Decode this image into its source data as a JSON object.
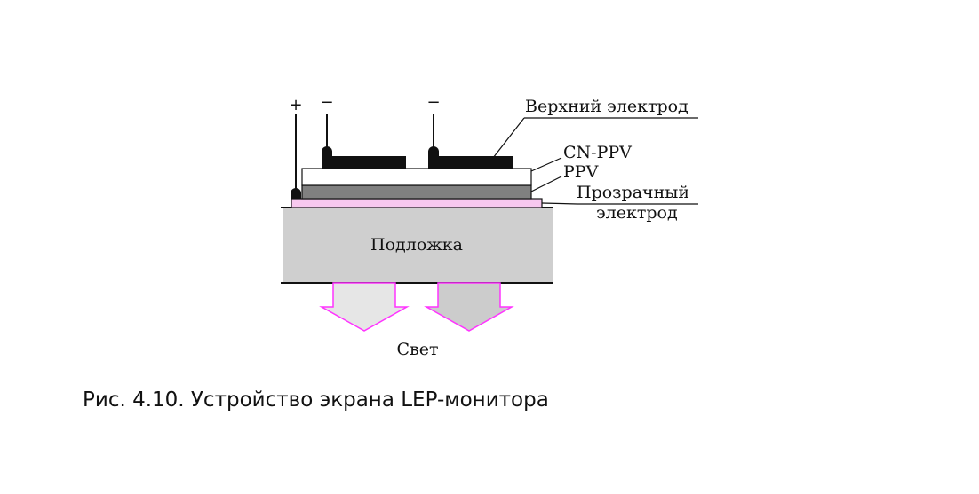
{
  "diagram": {
    "signs": {
      "plus": "+",
      "minus_left": "−",
      "minus_right": "−"
    },
    "labels": {
      "top_electrode": "Верхний электрод",
      "cn_ppv": "CN-PPV",
      "ppv": "PPV",
      "transparent_electrode_line1": "Прозрачный",
      "transparent_electrode_line2": "электрод",
      "substrate": "Подложка",
      "light": "Свет"
    },
    "colors": {
      "top_electrode": "#111111",
      "cn_ppv_layer": "#ffffff",
      "ppv_layer": "#808080",
      "transparent_electrode": "#f7c8ef",
      "substrate": "#cfcfcf",
      "arrow_outline": "#ff33ff",
      "arrow_left_fill": "#e6e6e6",
      "arrow_right_fill": "#cccccc"
    }
  },
  "caption": "Рис. 4.10. Устройство экрана LEP-монитора"
}
